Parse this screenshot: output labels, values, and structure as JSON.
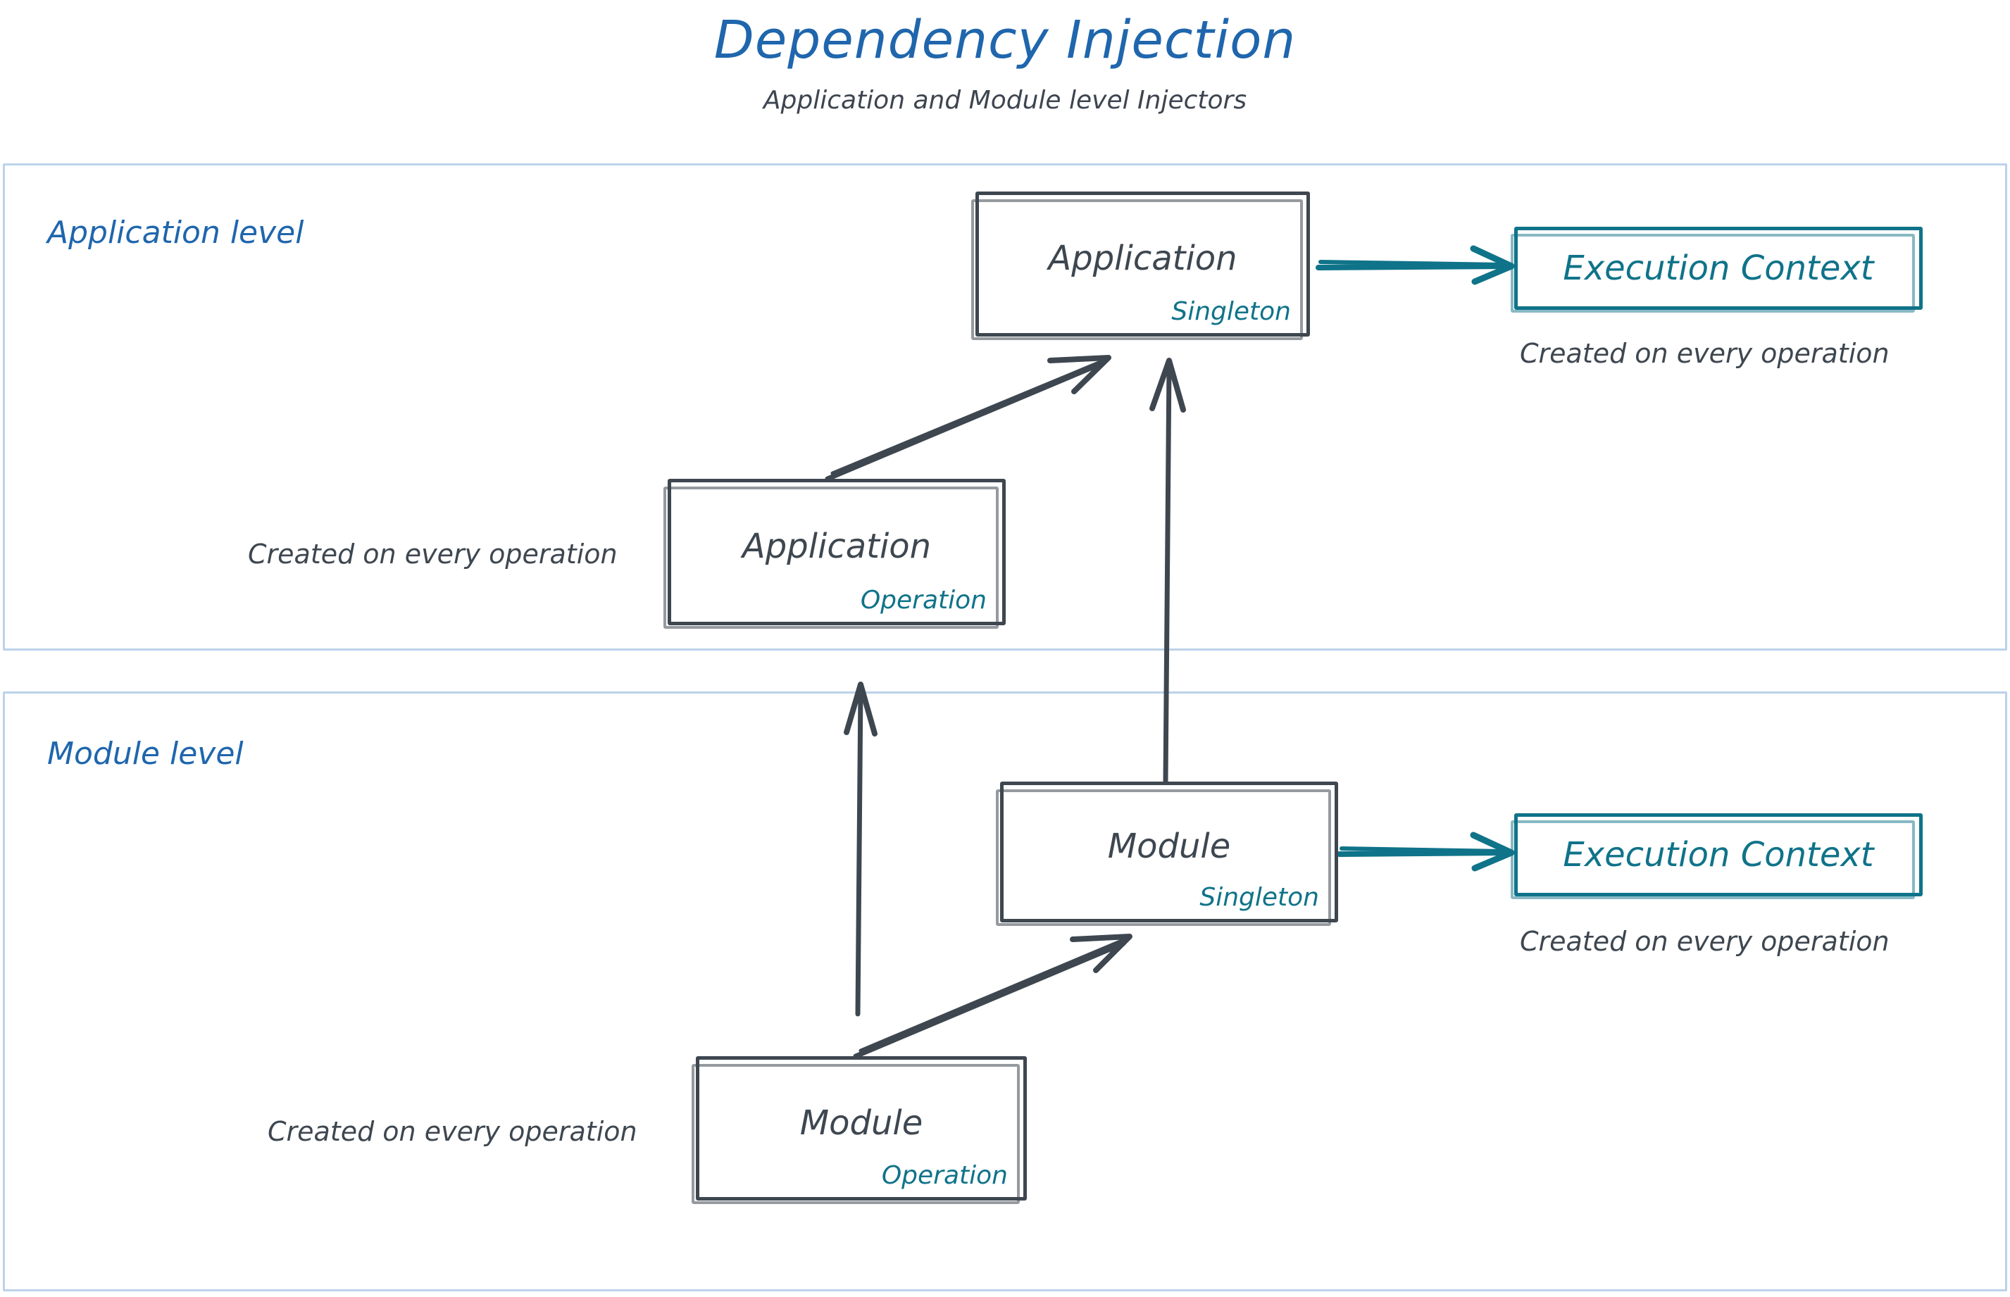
{
  "title": "Dependency Injection",
  "subtitle": "Application and Module level Injectors",
  "colors": {
    "title_blue": "#1f66ad",
    "level_label_blue": "#1f66ad",
    "container_border": "#bcd2ea",
    "box_stroke": "#3e4750",
    "box_text": "#3e4750",
    "scope_teal": "#0f7389",
    "arrow_dark": "#3e4750",
    "arrow_teal": "#0f7389",
    "background": "#ffffff"
  },
  "levels": [
    {
      "id": "application-level",
      "label": "Application level",
      "boxes": [
        {
          "id": "application-singleton",
          "main_label": "Application",
          "scope_label": "Singleton"
        },
        {
          "id": "application-operation",
          "main_label": "Application",
          "scope_label": "Operation"
        }
      ],
      "execution_context": {
        "label": "Execution Context",
        "caption": "Created on every operation"
      },
      "annotations": [
        "Created on every operation"
      ]
    },
    {
      "id": "module-level",
      "label": "Module level",
      "boxes": [
        {
          "id": "module-singleton",
          "main_label": "Module",
          "scope_label": "Singleton"
        },
        {
          "id": "module-operation",
          "main_label": "Module",
          "scope_label": "Operation"
        }
      ],
      "execution_context": {
        "label": "Execution Context",
        "caption": "Created on every operation"
      },
      "annotations": [
        "Created on every operation"
      ]
    }
  ],
  "arrows": [
    {
      "id": "app-singleton-to-exec-context",
      "style": "teal",
      "from": "application-singleton",
      "to": "application-execution-context"
    },
    {
      "id": "app-operation-to-app-singleton",
      "style": "dark",
      "from": "application-operation",
      "to": "application-singleton"
    },
    {
      "id": "module-singleton-to-app-singleton",
      "style": "dark",
      "from": "module-singleton",
      "to": "application-singleton"
    },
    {
      "id": "module-operation-to-app-operation",
      "style": "dark",
      "from": "module-operation",
      "to": "application-operation"
    },
    {
      "id": "module-singleton-to-exec-context",
      "style": "teal",
      "from": "module-singleton",
      "to": "module-execution-context"
    },
    {
      "id": "module-operation-to-module-singleton",
      "style": "dark",
      "from": "module-operation",
      "to": "module-singleton"
    }
  ]
}
